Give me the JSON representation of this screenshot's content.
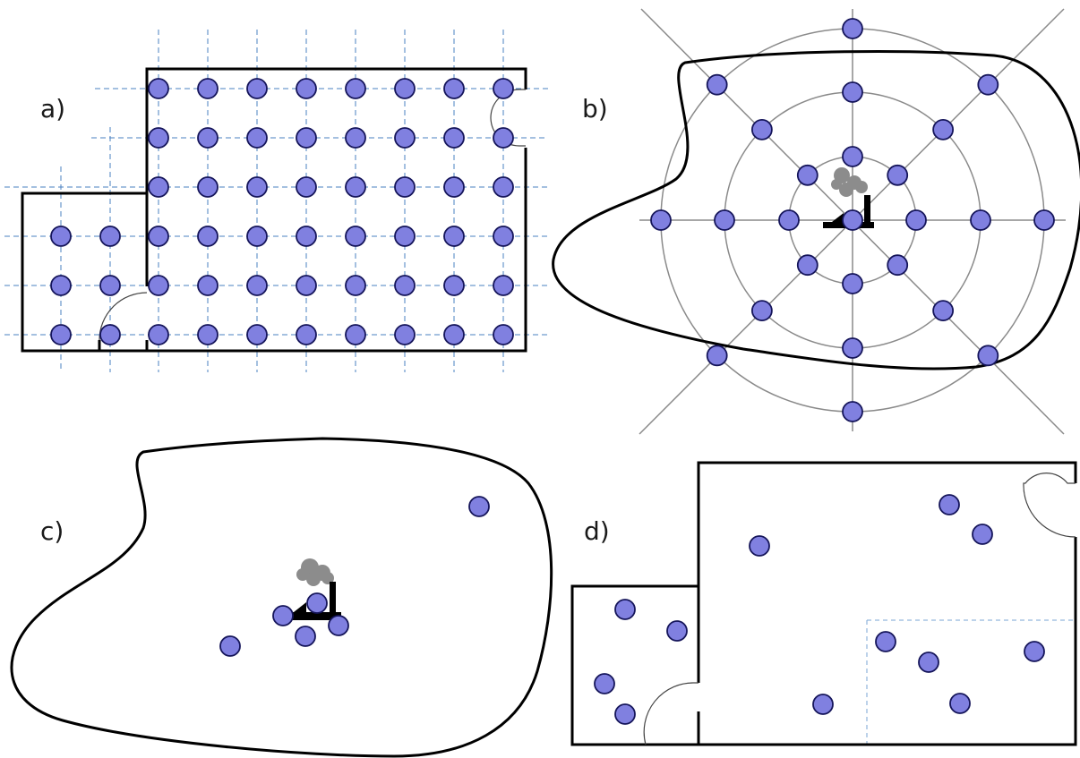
{
  "panels": [
    {
      "id": "a",
      "label": "a)"
    },
    {
      "id": "b",
      "label": "b)"
    },
    {
      "id": "c",
      "label": "c)"
    },
    {
      "id": "d",
      "label": "d)"
    }
  ],
  "colors": {
    "sensor_fill": "#8080e0",
    "sensor_stroke": "#15155a",
    "grid": "#4a80c0",
    "polar": "#8a8a8a",
    "wall": "#000000",
    "smoke": "#8c8c8c"
  },
  "icons": [
    "sensor-dot-icon",
    "factory-icon",
    "smoke-icon",
    "door-icon"
  ]
}
